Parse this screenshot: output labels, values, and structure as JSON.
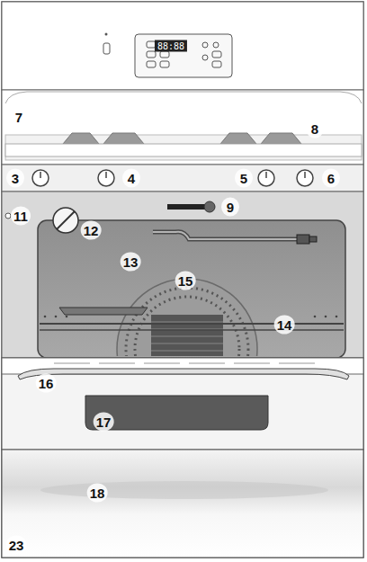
{
  "diagram": {
    "labels": [
      "88:88",
      "7",
      "8",
      "3",
      "4",
      "5",
      "6",
      "11",
      "9",
      "12",
      "13",
      "15",
      "14",
      "16",
      "17",
      "18",
      "23"
    ]
  }
}
